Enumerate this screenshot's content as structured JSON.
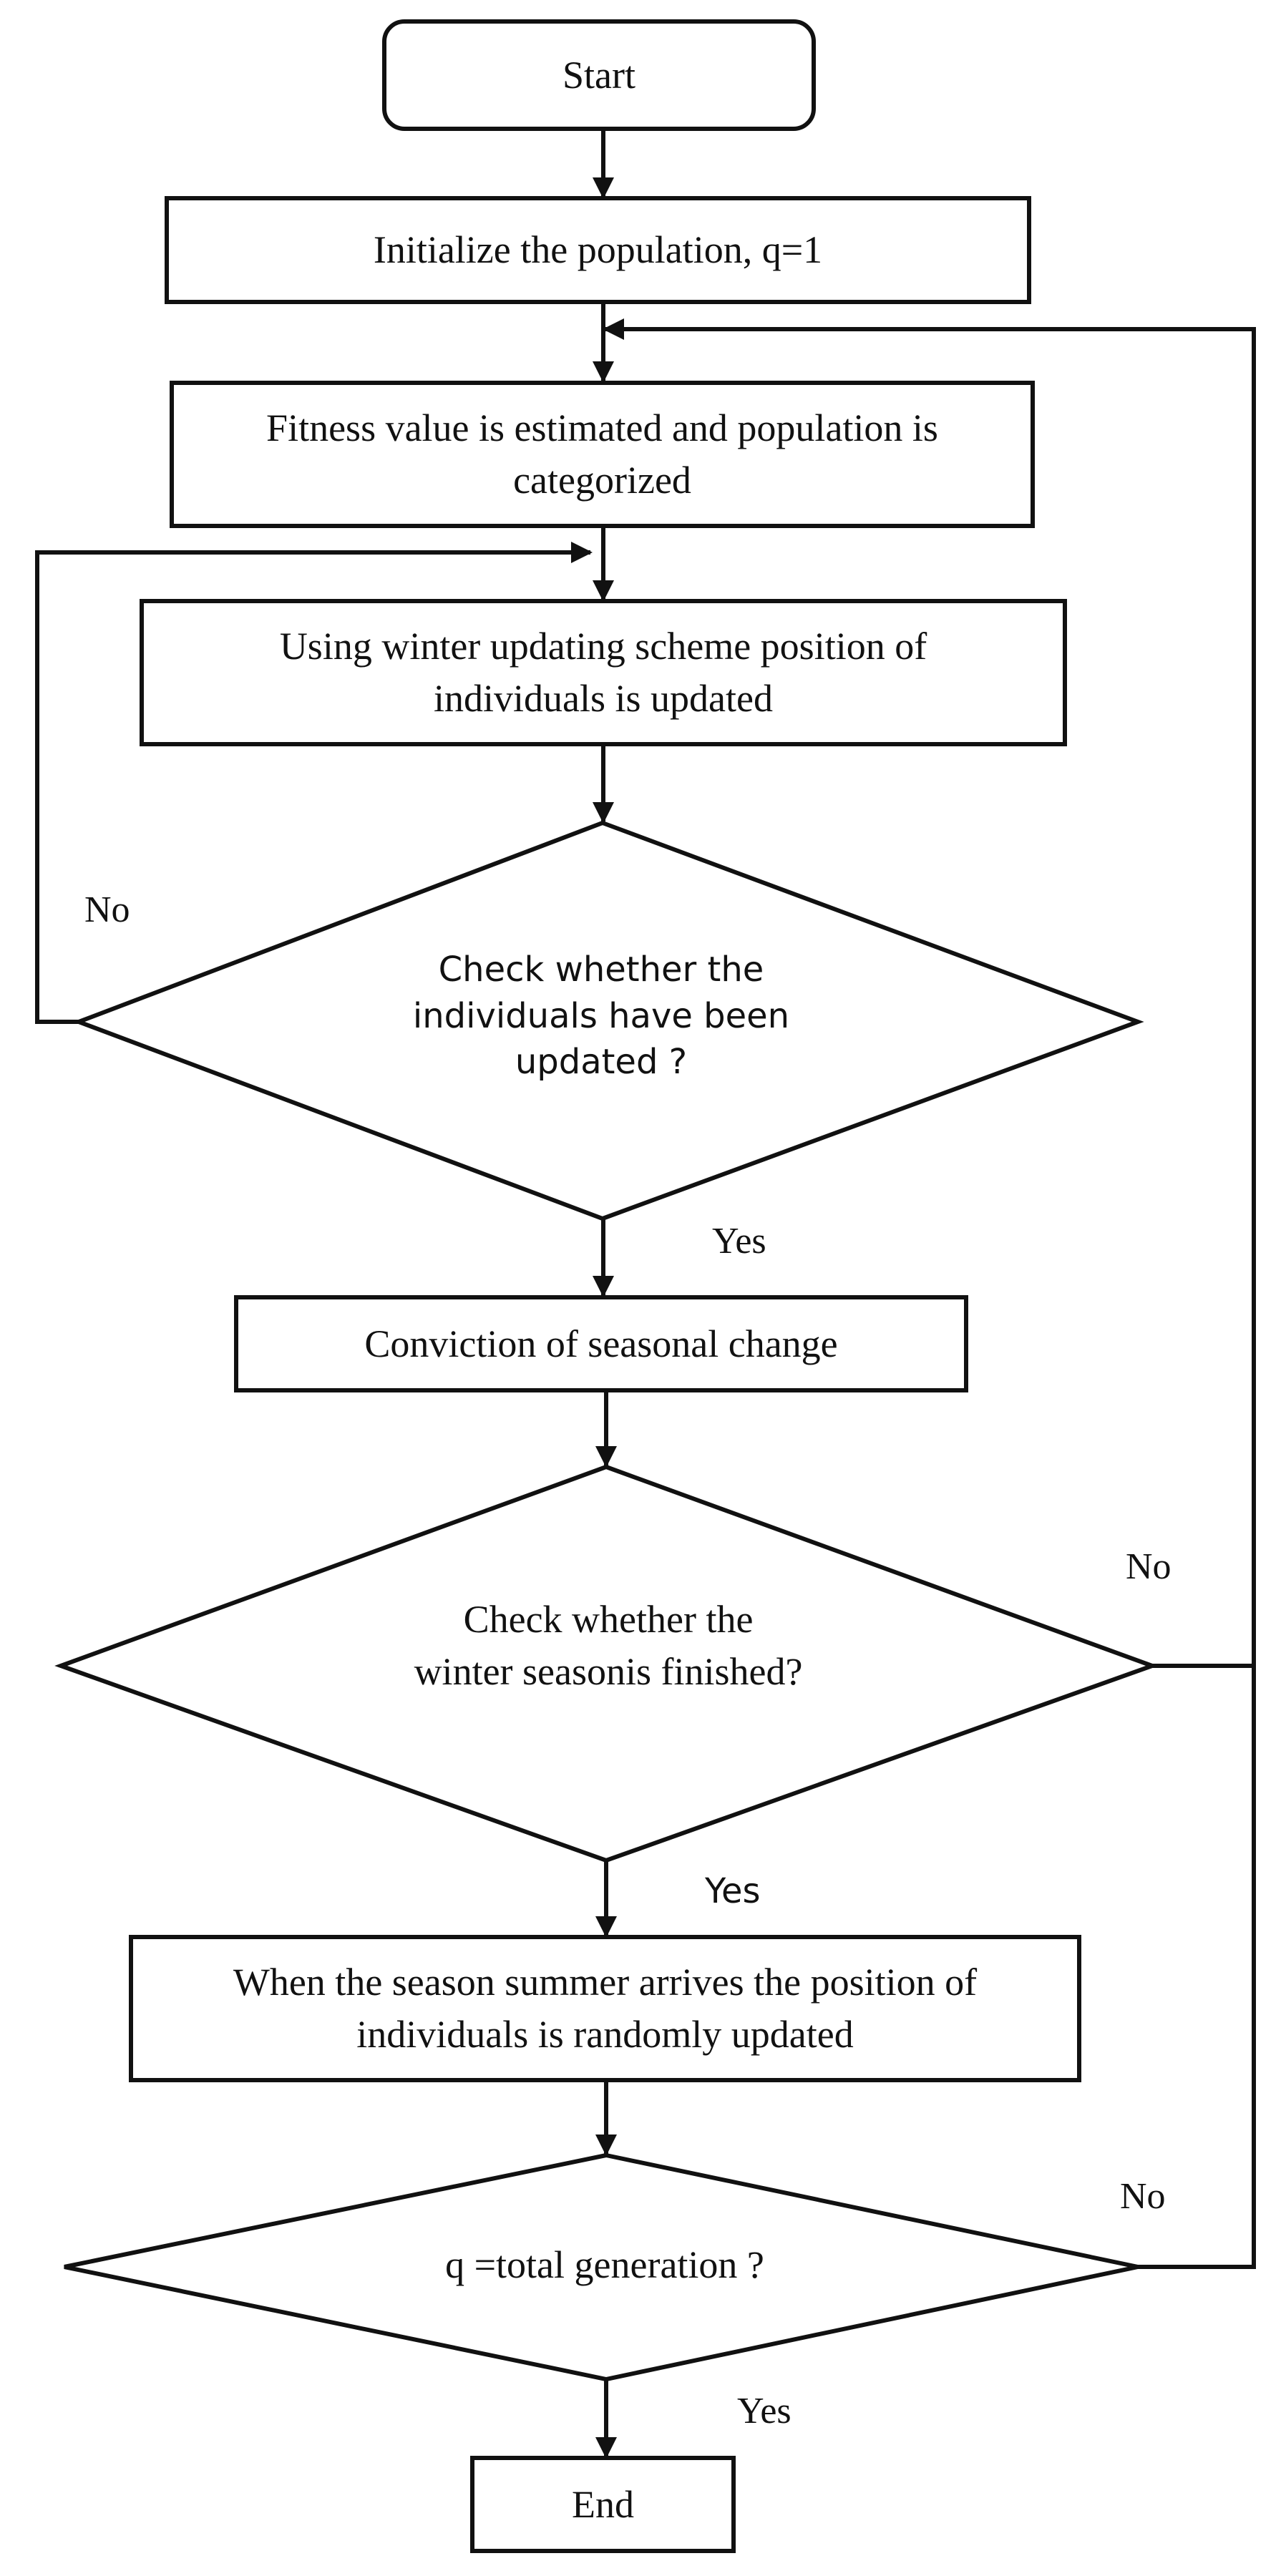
{
  "diagram": {
    "type": "flowchart",
    "nodes": {
      "start": "Start",
      "init": "Initialize the population, q=1",
      "fitness": "Fitness value is estimated and population is\ncategorized",
      "winter_update": "Using winter updating scheme position of\nindividuals is updated",
      "check_updated": "Check whether the\nindividuals have been\nupdated ?",
      "conviction": "Conviction of seasonal change",
      "check_winter": "Check whether the\nwinter seasonis finished?",
      "summer_update": "When the season summer arrives the position of\nindividuals is randomly updated",
      "check_generation": "q =total generation ?",
      "end": "End"
    },
    "edge_labels": {
      "updated_no": "No",
      "updated_yes": "Yes",
      "winter_no": "No",
      "winter_yes": "Yes",
      "generation_no": "No",
      "generation_yes": "Yes"
    },
    "colors": {
      "stroke": "#111111",
      "text": "#111111",
      "background": "#ffffff"
    }
  }
}
